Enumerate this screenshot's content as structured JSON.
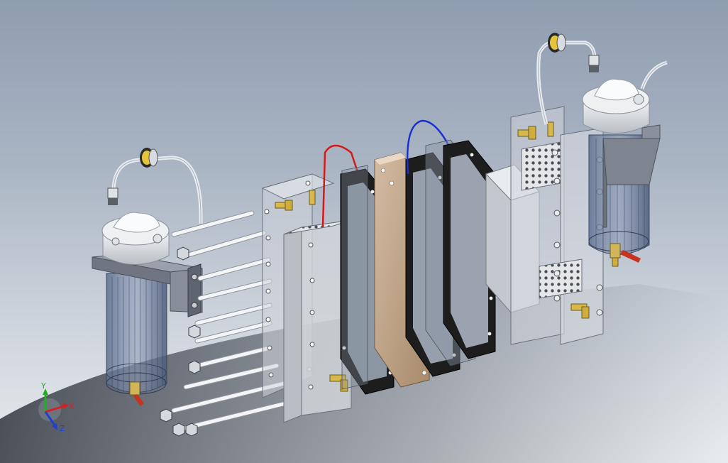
{
  "triad": {
    "x_label": "X",
    "y_label": "Y",
    "z_label": "Z",
    "x_color": "#d62020",
    "y_color": "#20b020",
    "z_color": "#2040d0"
  },
  "colors": {
    "glass": "#a8b6cc",
    "glass_dark": "#6e7f9c",
    "housing": "#d9dde2",
    "housing_edge": "#7a8089",
    "gasket": "#1a1a1a",
    "membrane": "#c5a98c",
    "wire_red": "#d31a1a",
    "wire_blue": "#1a2fd3",
    "brass": "#d9b84a",
    "valve_red": "#c8321e",
    "rod": "#f2f2f2"
  }
}
